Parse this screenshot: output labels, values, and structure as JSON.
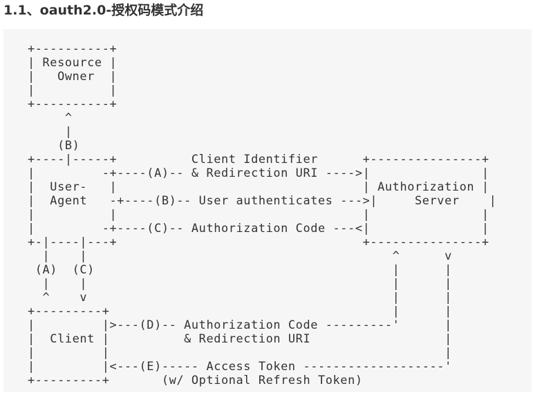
{
  "heading": "1.1、oauth2.0-授权码模式介绍",
  "diagram_lines": [
    "+----------+",
    "| Resource |",
    "|   Owner  |",
    "|          |",
    "+----------+",
    "     ^",
    "     |",
    "    (B)",
    "+----|-----+          Client Identifier      +---------------+",
    "|         -+----(A)-- & Redirection URI ---->|               |",
    "|  User-   |                                 | Authorization |",
    "|  Agent   -+----(B)-- User authenticates --->|     Server    |",
    "|          |                                 |               |",
    "|         -+----(C)-- Authorization Code ---<|               |",
    "+-|----|---+                                 +---------------+",
    "  |    |                                         ^      v",
    " (A)  (C)                                        |      |",
    "  |    |                                         |      |",
    "  ^    v                                         |      |",
    "+---------+                                      |      |",
    "|         |>---(D)-- Authorization Code ---------'      |",
    "|  Client |          & Redirection URI                  |",
    "|         |                                             |",
    "|         |<---(E)----- Access Token -------------------'",
    "+---------+       (w/ Optional Refresh Token)"
  ]
}
